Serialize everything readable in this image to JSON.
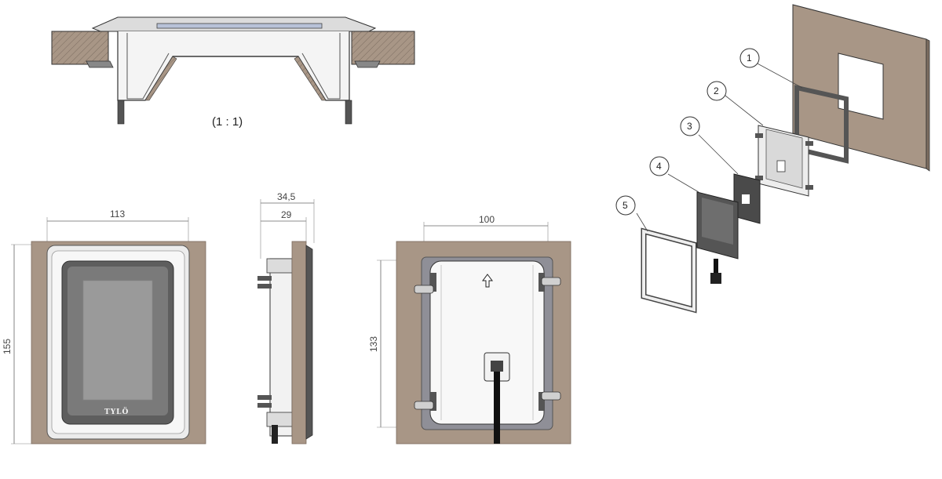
{
  "section_view": {
    "scale_label": "(1 : 1)"
  },
  "front_view": {
    "width_label": "113",
    "height_label": "155",
    "logo": "TYLÖ"
  },
  "side_view": {
    "outer_depth_label": "34,5",
    "inner_depth_label": "29"
  },
  "back_view": {
    "width_label": "100",
    "height_label": "133"
  },
  "exploded_view": {
    "callouts": [
      "1",
      "2",
      "3",
      "4",
      "5"
    ]
  },
  "colors": {
    "wall": "#a89686",
    "wall_hatch": "#8a7a6c",
    "bezel": "#e8e8e8",
    "screen_frame": "#5e5e5e",
    "screen": "#9a9a9a",
    "gasket": "#8f8f97"
  }
}
